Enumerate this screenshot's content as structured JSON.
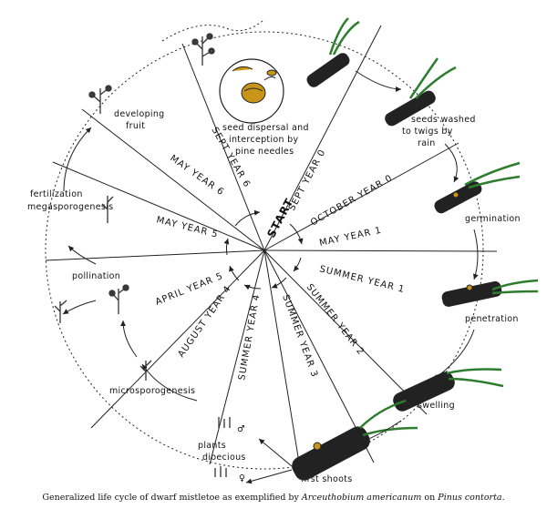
{
  "colors": {
    "stem": "#1f1f1f",
    "needle": "#2e7d2e",
    "plant": "#3c3c3c",
    "seed": "#c8941a",
    "line": "#222"
  },
  "radial_labels": {
    "start": "START",
    "sept0": "SEPT YEAR 0",
    "oct0": "OCTOBER YEAR 0",
    "may1": "MAY YEAR 1",
    "summer1": "SUMMER YEAR 1",
    "summer2": "SUMMER YEAR 2",
    "summer3": "SUMMER YEAR 3",
    "summer4": "SUMMER YEAR 4",
    "aug4": "AUGUST YEAR 4",
    "april5": "APRIL YEAR 5",
    "may5": "MAY YEAR 5",
    "may6": "MAY YEAR 6",
    "sept6": "SEPT YEAR 6"
  },
  "stages": {
    "seed_dispersal_1": "seed dispersal and",
    "seed_dispersal_2": "interception by",
    "seed_dispersal_3": "pine needles",
    "washed_1": "seeds washed",
    "washed_2": "to twigs  by",
    "washed_3": "rain",
    "germination": "germination",
    "penetration": "penetration",
    "swelling": "swelling",
    "first_shoots": "first shoots",
    "plants_1": "plants",
    "plants_2": "dioecious",
    "male_symbol": "♂",
    "female_symbol": "♀",
    "microsporogenesis": "microsporogenesis",
    "pollination": "pollination",
    "fertilization_1": "fertilization",
    "fertilization_2": "megasporogenesis",
    "developing_1": "developing",
    "developing_2": "fruit"
  },
  "caption": {
    "pre": "Generalized life cycle of dwarf mistletoe as exemplified by ",
    "species": "Arceuthobium americanum",
    "mid": " on ",
    "host": "Pinus contorta",
    "end": "."
  }
}
